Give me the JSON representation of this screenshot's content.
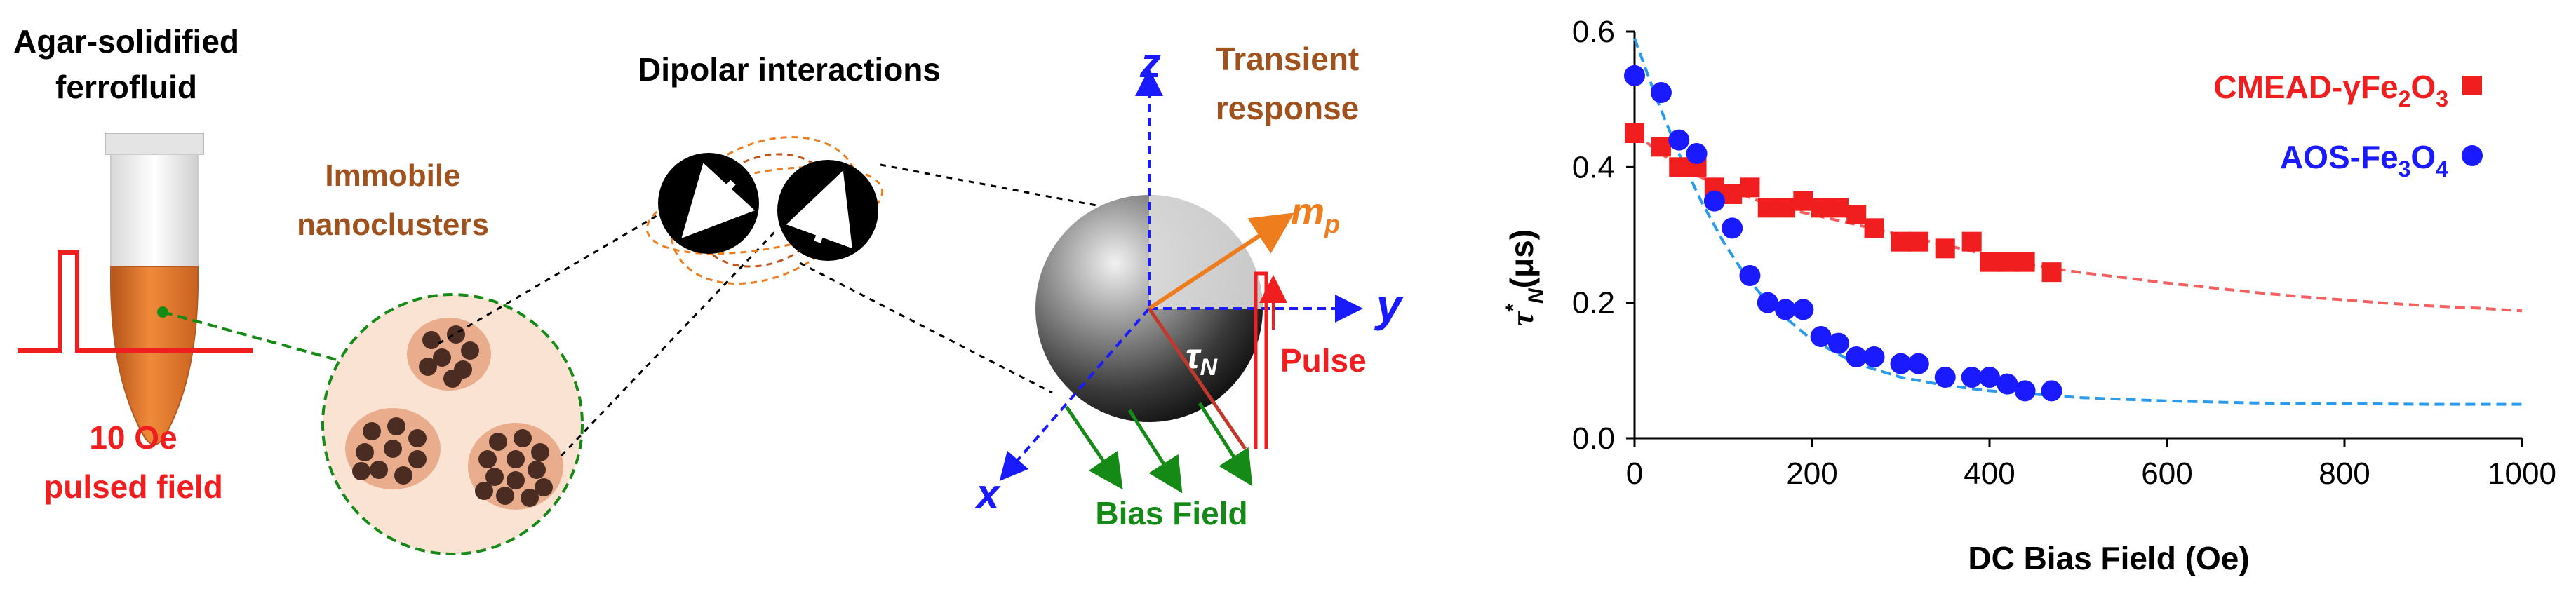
{
  "left": {
    "tube_label": "Agar-solidified ferrofluid",
    "tube_label_line1": "Agar-solidified",
    "tube_label_line2": "ferrofluid",
    "field_label_line1": "10 Oe",
    "field_label_line2": "pulsed field",
    "nanocluster_label_line1": "Immobile",
    "nanocluster_label_line2": "nanoclusters",
    "dipolar_label": "Dipolar interactions"
  },
  "axes3d": {
    "z": "z",
    "y": "y",
    "x": "x",
    "transient_line1": "Transient",
    "transient_line2": "response",
    "moment_label": "m",
    "moment_sub": "p",
    "tau_label": "τ",
    "tau_sub": "N",
    "pulse_label": "Pulse",
    "bias_label": "Bias Field"
  },
  "colors": {
    "red": "#f01e1e",
    "blue": "#1a1aff",
    "brown": "#a0521e",
    "orange": "#ee7d1e",
    "green": "#168a16",
    "cluster_fill": "#f7d3bd",
    "particle": "#4a2c22"
  },
  "chart_data": {
    "type": "scatter",
    "xlabel": "DC Bias Field (Oe)",
    "ylabel": "τ*N (μs)",
    "ylabel_main": "τ",
    "ylabel_sup": "*",
    "ylabel_sub": "N",
    "ylabel_unit": "(μs)",
    "xlim": [
      0,
      1000
    ],
    "ylim": [
      0,
      0.6
    ],
    "xticks": [
      "0",
      "200",
      "400",
      "600",
      "800",
      "1000"
    ],
    "yticks": [
      "0.0",
      "0.2",
      "0.4",
      "0.6"
    ],
    "grid": false,
    "legend_placement": "top-right",
    "series": [
      {
        "name": "CMEAD-γFe2O3",
        "name_prefix": "CMEAD-γFe",
        "name_sub1": "2",
        "name_mid": "O",
        "name_sub2": "3",
        "marker": "square",
        "color": "#f01e1e",
        "x": [
          0,
          30,
          50,
          70,
          90,
          110,
          130,
          150,
          170,
          190,
          210,
          230,
          250,
          270,
          300,
          320,
          350,
          380,
          400,
          420,
          440,
          470
        ],
        "y": [
          0.45,
          0.43,
          0.4,
          0.4,
          0.37,
          0.36,
          0.37,
          0.34,
          0.34,
          0.35,
          0.34,
          0.34,
          0.33,
          0.31,
          0.29,
          0.29,
          0.28,
          0.29,
          0.26,
          0.26,
          0.26,
          0.245
        ]
      },
      {
        "name": "AOS-Fe3O4",
        "name_prefix": "AOS-Fe",
        "name_sub1": "3",
        "name_mid": "O",
        "name_sub2": "4",
        "marker": "circle",
        "color": "#1a1aff",
        "x": [
          0,
          30,
          50,
          70,
          90,
          110,
          130,
          150,
          170,
          190,
          210,
          230,
          250,
          270,
          300,
          320,
          350,
          380,
          400,
          420,
          440,
          470
        ],
        "y": [
          0.535,
          0.51,
          0.44,
          0.42,
          0.35,
          0.31,
          0.24,
          0.2,
          0.19,
          0.19,
          0.15,
          0.14,
          0.12,
          0.12,
          0.11,
          0.11,
          0.09,
          0.09,
          0.09,
          0.08,
          0.07,
          0.07
        ]
      }
    ],
    "fits": [
      {
        "color": "#f46060",
        "x": [
          0,
          50,
          100,
          150,
          200,
          250,
          300,
          350,
          400,
          450,
          500,
          550,
          600,
          650,
          700,
          750,
          800,
          850,
          900,
          950,
          1000
        ],
        "y": [
          0.45,
          0.4,
          0.37,
          0.345,
          0.33,
          0.315,
          0.3,
          0.285,
          0.27,
          0.255,
          0.245,
          0.237,
          0.229,
          0.222,
          0.215,
          0.209,
          0.204,
          0.199,
          0.195,
          0.192,
          0.188
        ]
      },
      {
        "color": "#2a9bea",
        "x": [
          0,
          25,
          50,
          75,
          100,
          125,
          150,
          200,
          250,
          300,
          350,
          400,
          450,
          500,
          600,
          700,
          800,
          900,
          1000
        ],
        "y": [
          0.59,
          0.5,
          0.42,
          0.35,
          0.29,
          0.24,
          0.2,
          0.145,
          0.11,
          0.09,
          0.078,
          0.07,
          0.065,
          0.06,
          0.055,
          0.052,
          0.051,
          0.05,
          0.05
        ]
      }
    ]
  }
}
